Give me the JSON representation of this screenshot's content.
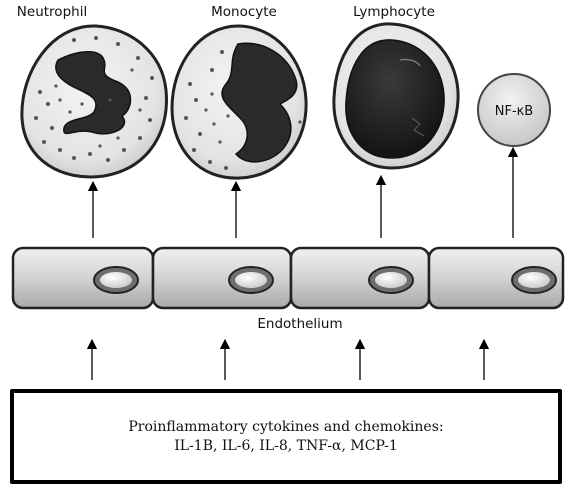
{
  "cells": {
    "neutrophil_label": "Neutrophil",
    "monocyte_label": "Monocyte",
    "lymphocyte_label": "Lymphocyte",
    "nfkb_label": "NF-κB"
  },
  "endothelium": {
    "label": "Endothelium"
  },
  "cytokines": {
    "line1": "Proinflammatory cytokines and chemokines:",
    "line2": "IL-1B, IL-6, IL-8, TNF-α, MCP-1"
  }
}
